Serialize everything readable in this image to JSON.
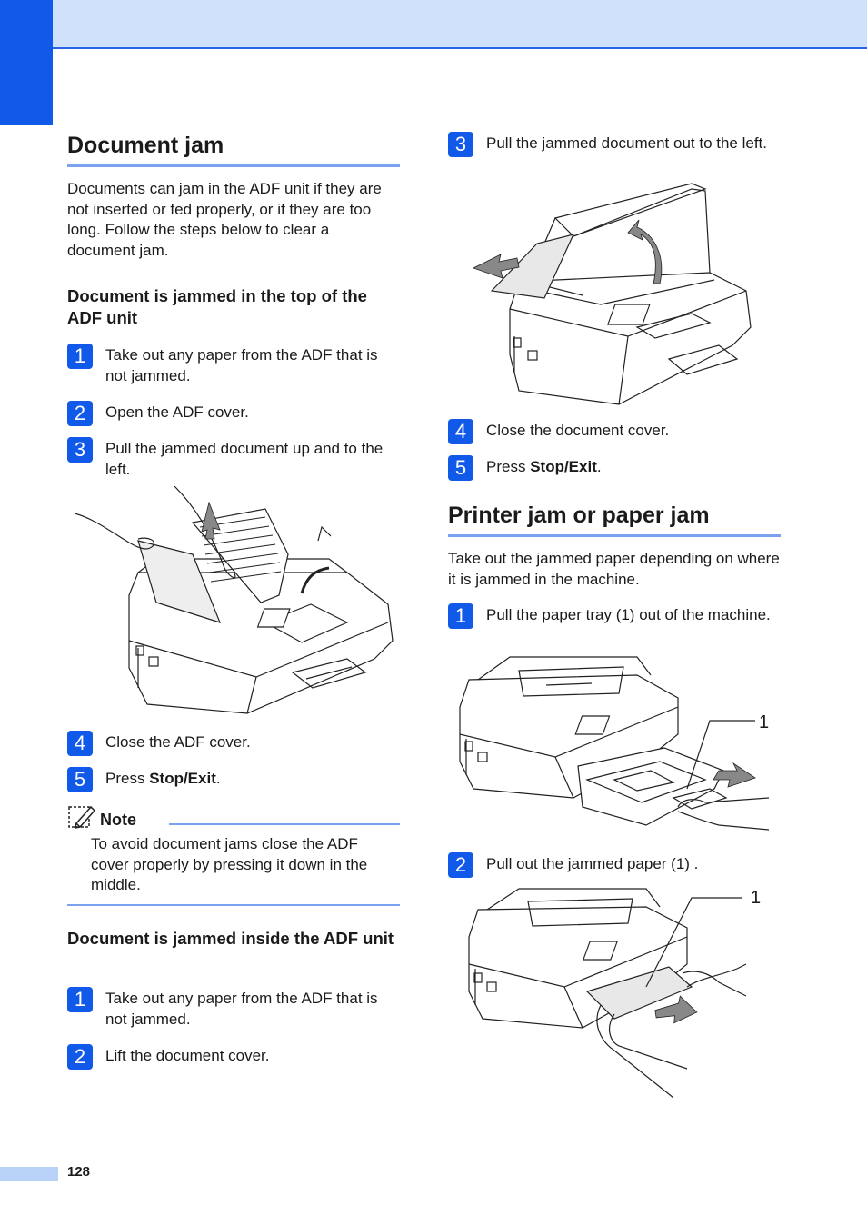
{
  "page_number": "128",
  "left": {
    "title": "Document jam",
    "intro": "Documents can jam in the ADF unit if they are not inserted or fed properly, or if they are too long. Follow the steps below to clear a document jam.",
    "sub1": "Document is jammed in the top of the ADF unit",
    "steps1": [
      {
        "n": "1",
        "text": "Take out any paper from the ADF that is not jammed."
      },
      {
        "n": "2",
        "text": "Open the ADF cover."
      },
      {
        "n": "3",
        "text": "Pull the jammed document up and to the left."
      },
      {
        "n": "4",
        "text": "Close the ADF cover."
      },
      {
        "n": "5",
        "pre": "Press ",
        "bold": "Stop/Exit",
        "post": "."
      }
    ],
    "note_label": "Note",
    "note_text": "To avoid document jams close the ADF cover properly by pressing it down in the middle.",
    "sub2": "Document is jammed inside the ADF unit",
    "steps2": [
      {
        "n": "1",
        "text": "Take out any paper from the ADF that is not jammed."
      },
      {
        "n": "2",
        "text": "Lift the document cover."
      }
    ]
  },
  "right": {
    "steps_cont": [
      {
        "n": "3",
        "text": "Pull the jammed document out to the left."
      },
      {
        "n": "4",
        "text": "Close the document cover."
      },
      {
        "n": "5",
        "pre": "Press ",
        "bold": "Stop/Exit",
        "post": "."
      }
    ],
    "title": "Printer jam or paper jam",
    "intro": "Take out the jammed paper depending on where it is jammed in the machine.",
    "steps": [
      {
        "n": "1",
        "text": "Pull the paper tray (1) out of the machine."
      },
      {
        "n": "2",
        "text": "Pull out the jammed paper (1) ."
      }
    ],
    "callout1": "1",
    "callout2": "1"
  }
}
